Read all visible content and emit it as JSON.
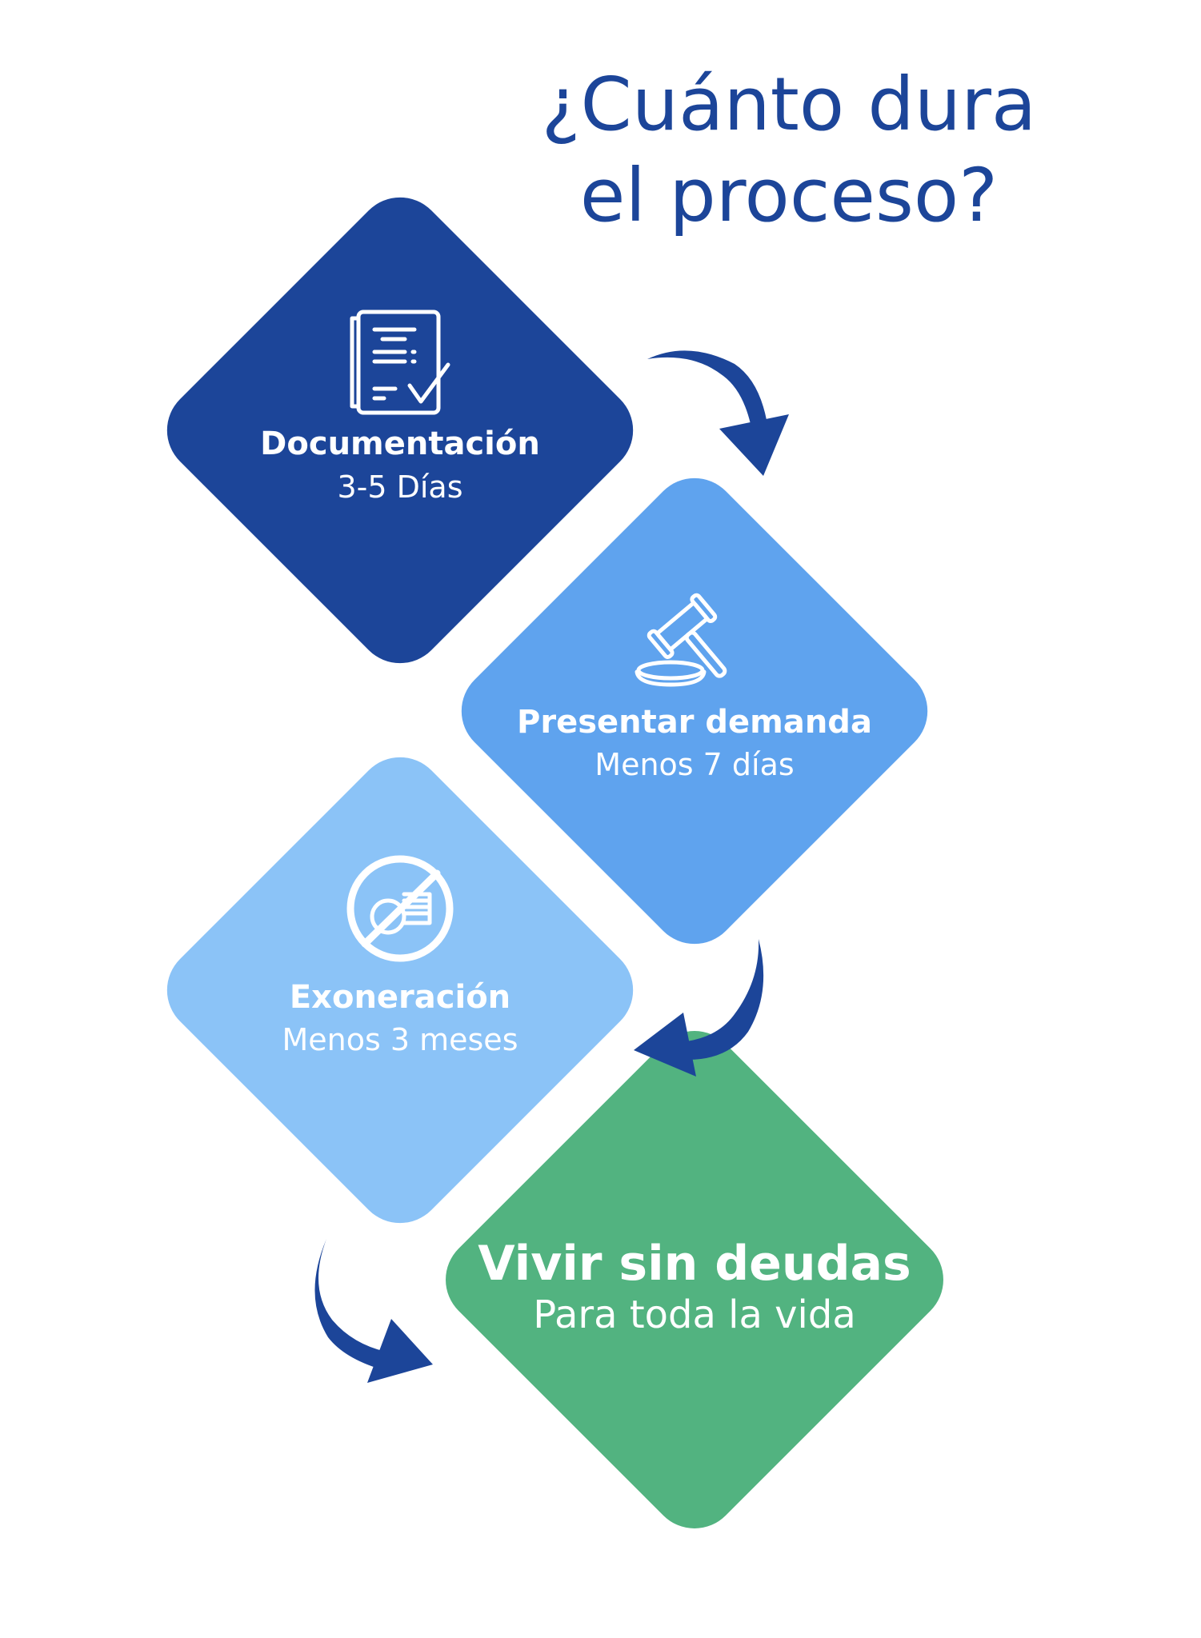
{
  "title": {
    "line1": "¿Cuánto dura",
    "line2": "el proceso?"
  },
  "colors": {
    "step1": "#1C4599",
    "step2": "#5FA3EE",
    "step3": "#8BC3F7",
    "step4": "#52B380",
    "arrow": "#1C4599",
    "title": "#1C4599"
  },
  "steps": [
    {
      "label": "Documentación",
      "duration": "3-5 Días",
      "icon": "document-check-icon"
    },
    {
      "label": "Presentar demanda",
      "duration": "Menos 7 días",
      "icon": "gavel-icon"
    },
    {
      "label": "Exoneración",
      "duration": "Menos 3 meses",
      "icon": "no-debt-coins-icon"
    },
    {
      "label": "Vivir sin deudas",
      "duration": "Para toda la vida",
      "icon": null
    }
  ]
}
